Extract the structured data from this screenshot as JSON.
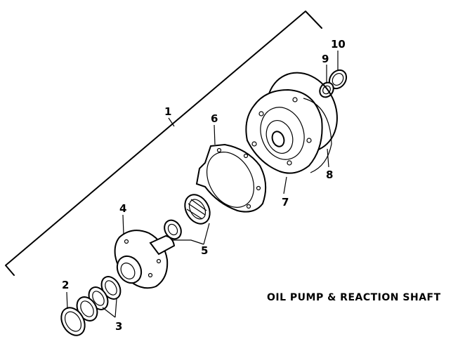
{
  "title": "OIL PUMP & REACTION SHAFT",
  "callouts": {
    "c1": "1",
    "c2": "2",
    "c3": "3",
    "c4": "4",
    "c5": "5",
    "c6": "6",
    "c7": "7",
    "c8": "8",
    "c9": "9",
    "c10": "10"
  }
}
